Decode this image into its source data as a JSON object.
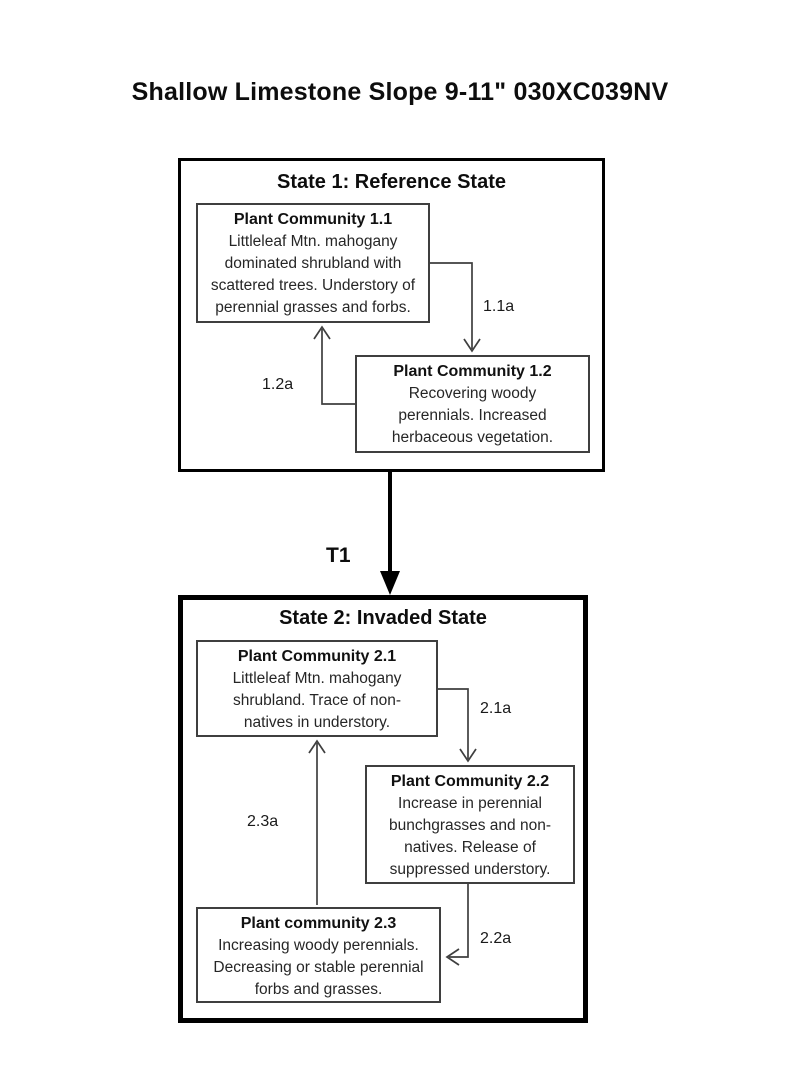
{
  "page": {
    "title": "Shallow Limestone Slope 9-11\" 030XC039NV"
  },
  "colors": {
    "ink": "#000000",
    "community_border": "#3f3f3f",
    "background": "#ffffff"
  },
  "states": [
    {
      "title": "State 1: Reference State",
      "communities": [
        {
          "title": "Plant Community 1.1",
          "description": "Littleleaf Mtn. mahogany\ndominated shrubland with\nscattered trees. Understory of\nperennial grasses and forbs."
        },
        {
          "title": "Plant Community 1.2",
          "description": "Recovering woody\nperennials. Increased\nherbaceous vegetation."
        }
      ],
      "pathways": [
        {
          "label": "1.1a"
        },
        {
          "label": "1.2a"
        }
      ]
    },
    {
      "title": "State 2: Invaded State",
      "communities": [
        {
          "title": "Plant Community 2.1",
          "description": "Littleleaf Mtn. mahogany\nshrubland.  Trace of non-\nnatives in understory."
        },
        {
          "title": "Plant Community 2.2",
          "description": "Increase in perennial\nbunchgrasses and non-\nnatives. Release of\nsuppressed understory."
        },
        {
          "title": "Plant community 2.3",
          "description": "Increasing woody perennials.\nDecreasing or stable perennial\nforbs and grasses."
        }
      ],
      "pathways": [
        {
          "label": "2.1a"
        },
        {
          "label": "2.2a"
        },
        {
          "label": "2.3a"
        }
      ]
    }
  ],
  "transitions": [
    {
      "label": "T1"
    }
  ]
}
